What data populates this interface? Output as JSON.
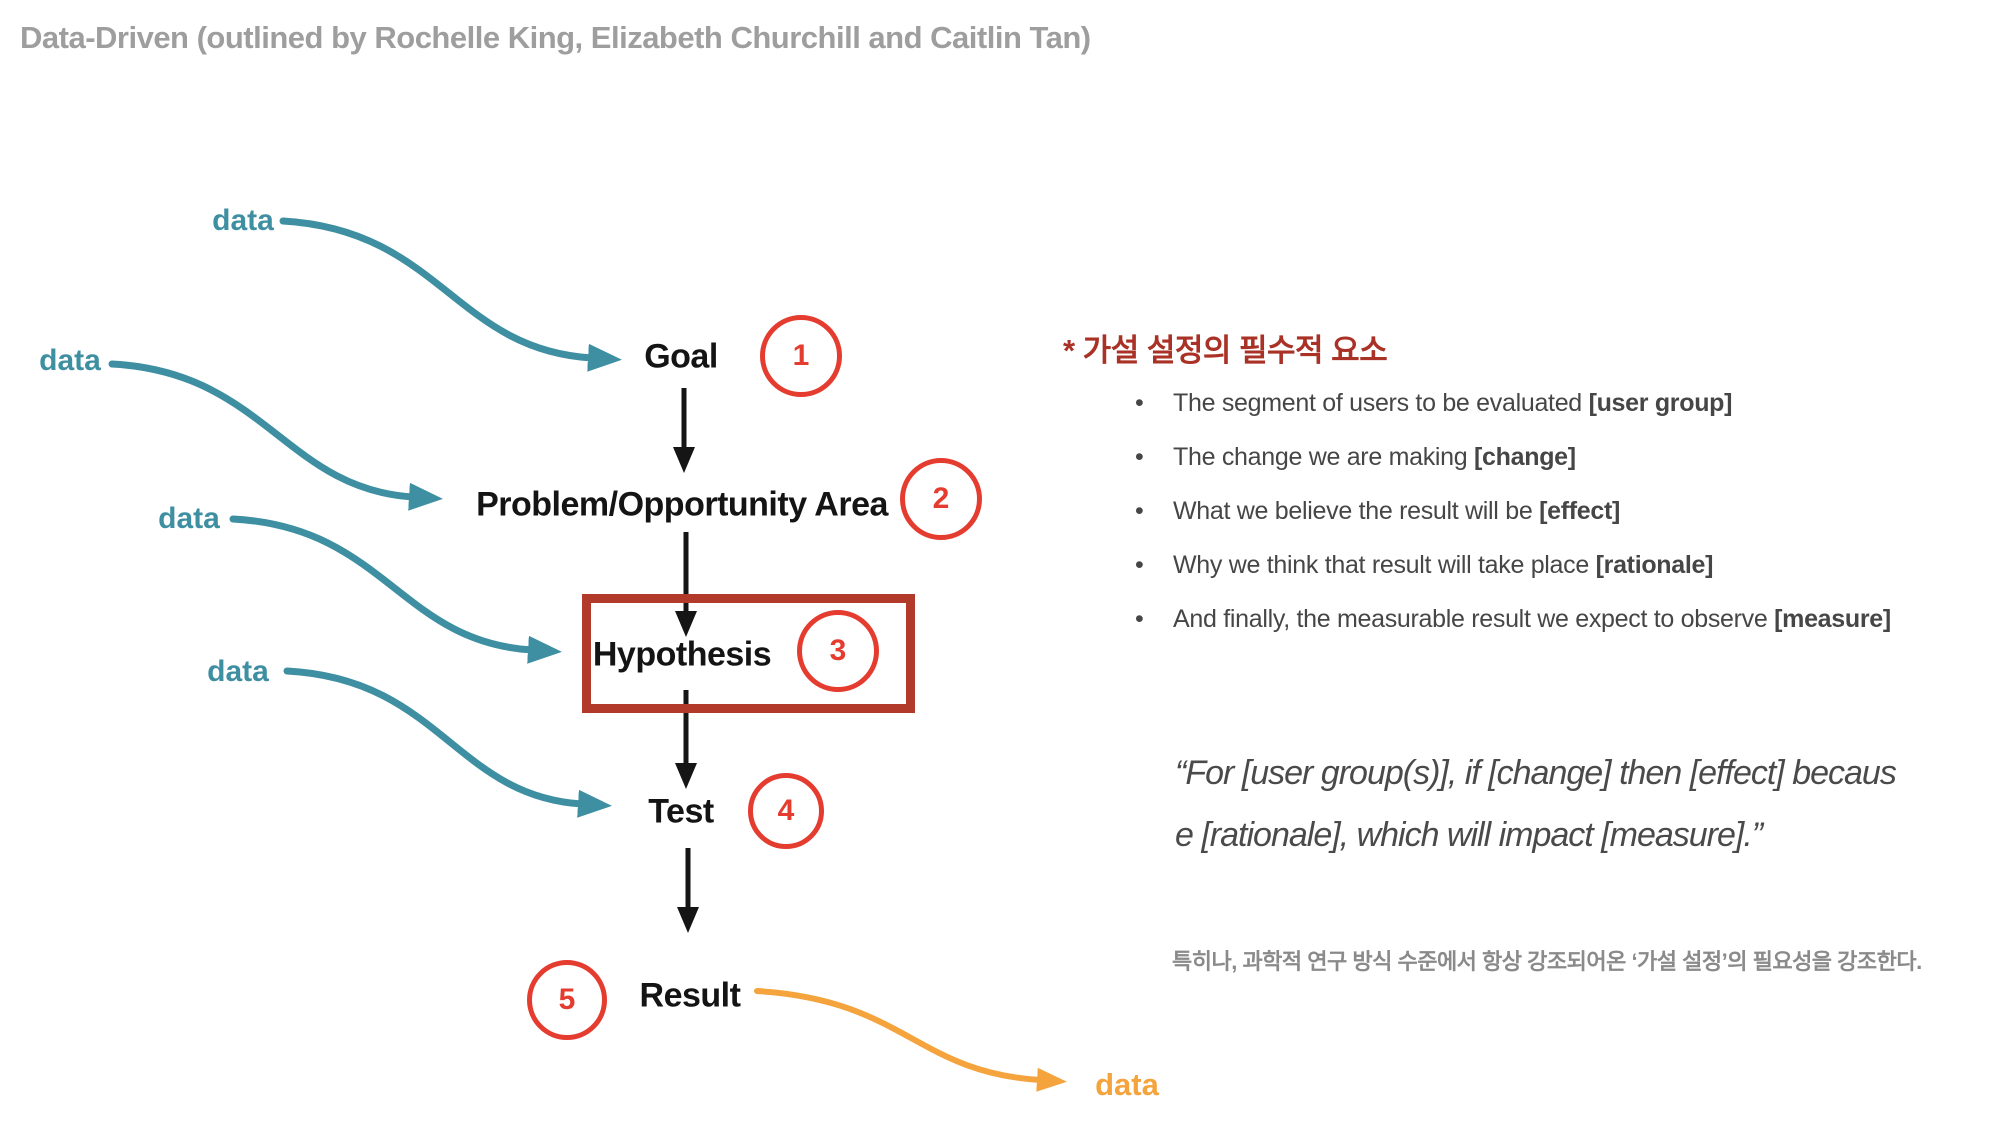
{
  "title": "Data-Driven (outlined by Rochelle King, Elizabeth Churchill and Caitlin Tan)",
  "flow": {
    "inputs": [
      {
        "label": "data"
      },
      {
        "label": "data"
      },
      {
        "label": "data"
      },
      {
        "label": "data"
      }
    ],
    "output_label": "data",
    "steps": [
      {
        "label": "Goal",
        "num": "1"
      },
      {
        "label": "Problem/Opportunity Area",
        "num": "2"
      },
      {
        "label": "Hypothesis",
        "num": "3"
      },
      {
        "label": "Test",
        "num": "4"
      },
      {
        "label": "Result",
        "num": "5"
      }
    ]
  },
  "panel": {
    "heading": "* 가설 설정의 필수적 요소",
    "bullets": [
      {
        "text": "The segment of users to be evaluated ",
        "tag": "[user group]"
      },
      {
        "text": "The change we are making ",
        "tag": "[change]"
      },
      {
        "text": "What we believe the result will be ",
        "tag": "[effect]"
      },
      {
        "text": "Why we think that result will take place ",
        "tag": "[rationale]"
      },
      {
        "text": "And finally, the measurable result we expect to observe ",
        "tag": "[measure]"
      }
    ],
    "quote": {
      "line1": "“For [user group(s)], if [change] then [effect] becaus",
      "line2": "e [rationale], which will impact [measure].”"
    },
    "footnote": "특히나, 과학적 연구 방식 수준에서 항상 강조되어온 ‘가설 설정’의 필요성을 강조한다."
  },
  "colors": {
    "title_gray": "#9e9e9e",
    "teal": "#3e8fa2",
    "circle_red": "#e53c30",
    "box_dark_red": "#b23a2b",
    "heading_red": "#a93126",
    "orange": "#f5a33c",
    "arrow_black": "#151515"
  }
}
